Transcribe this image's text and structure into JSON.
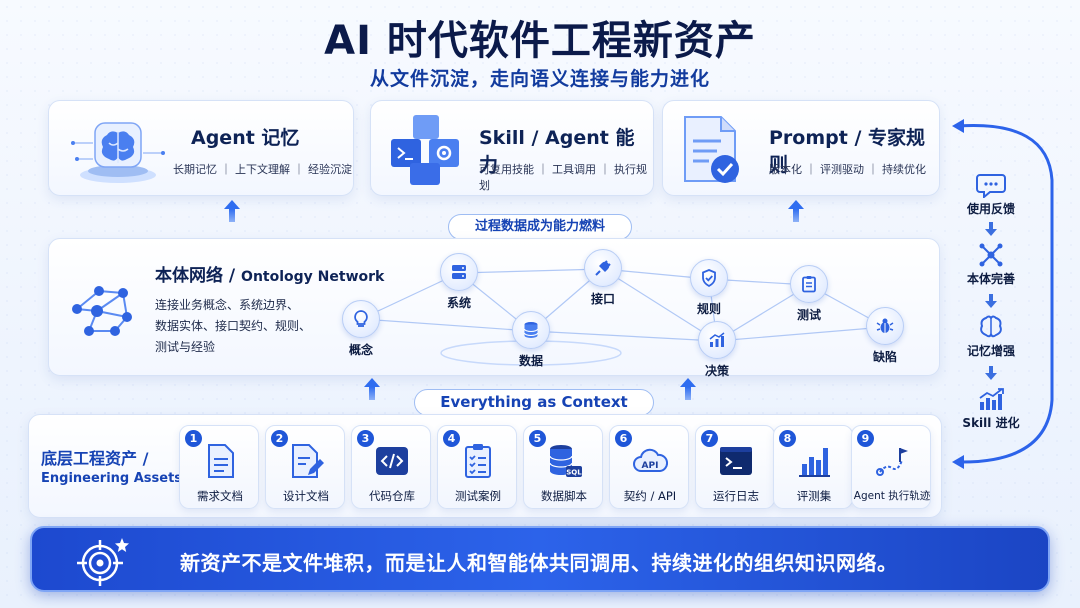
{
  "title": "AI 时代软件工程新资产",
  "subtitle": "从文件沉淀，走向语义连接与能力进化",
  "top_cards": [
    {
      "title": "Agent 记忆",
      "sub": "长期记忆 ｜ 上下文理解 ｜ 经验沉淀",
      "icon": "brain-icon"
    },
    {
      "title": "Skill / Agent 能力",
      "sub": "可复用技能 ｜ 工具调用 ｜ 执行规划",
      "icon": "cubes-icon"
    },
    {
      "title": "Prompt / 专家规则",
      "sub": "版本化 ｜ 评测驱动 ｜ 持续优化",
      "icon": "document-check-icon"
    }
  ],
  "fuel_label": "过程数据成为能力燃料",
  "ontology": {
    "title_cn": "本体网络 / ",
    "title_en": "Ontology Network",
    "desc_lines": [
      "连接业务概念、系统边界、",
      "数据实体、接口契约、规则、",
      "测试与经验"
    ],
    "nodes": [
      {
        "label": "概念",
        "icon": "lightbulb-icon"
      },
      {
        "label": "系统",
        "icon": "server-icon"
      },
      {
        "label": "数据",
        "icon": "database-icon"
      },
      {
        "label": "接口",
        "icon": "plug-icon"
      },
      {
        "label": "规则",
        "icon": "shield-check-icon"
      },
      {
        "label": "决策",
        "icon": "trend-chart-icon"
      },
      {
        "label": "测试",
        "icon": "clipboard-icon"
      },
      {
        "label": "缺陷",
        "icon": "bug-icon"
      }
    ]
  },
  "context_label": "Everything as Context",
  "assets": {
    "title_cn": "底层工程资产 /",
    "title_en": "Engineering Assets",
    "items": [
      {
        "num": "1",
        "label": "需求文档",
        "icon": "document-icon"
      },
      {
        "num": "2",
        "label": "设计文档",
        "icon": "edit-document-icon"
      },
      {
        "num": "3",
        "label": "代码仓库",
        "icon": "code-icon"
      },
      {
        "num": "4",
        "label": "测试案例",
        "icon": "checklist-icon"
      },
      {
        "num": "5",
        "label": "数据脚本",
        "icon": "sql-database-icon"
      },
      {
        "num": "6",
        "label": "契约 / API",
        "icon": "api-cloud-icon"
      },
      {
        "num": "7",
        "label": "运行日志",
        "icon": "terminal-icon"
      },
      {
        "num": "8",
        "label": "评测集",
        "icon": "bar-chart-icon"
      },
      {
        "num": "9",
        "label": "Agent 执行轨迹",
        "icon": "path-flag-icon"
      }
    ]
  },
  "feedback_loop": [
    {
      "label": "使用反馈",
      "icon": "chat-icon"
    },
    {
      "label": "本体完善",
      "icon": "network-icon"
    },
    {
      "label": "记忆增强",
      "icon": "brain-icon"
    },
    {
      "label": "Skill 进化",
      "icon": "growth-chart-icon"
    }
  ],
  "banner_text": "新资产不是文件堆积，而是让人和智能体共同调用、持续进化的组织知识网络。",
  "colors": {
    "primary": "#1f56d8",
    "dark": "#0b1a4a",
    "banner": "#2c63ea"
  }
}
